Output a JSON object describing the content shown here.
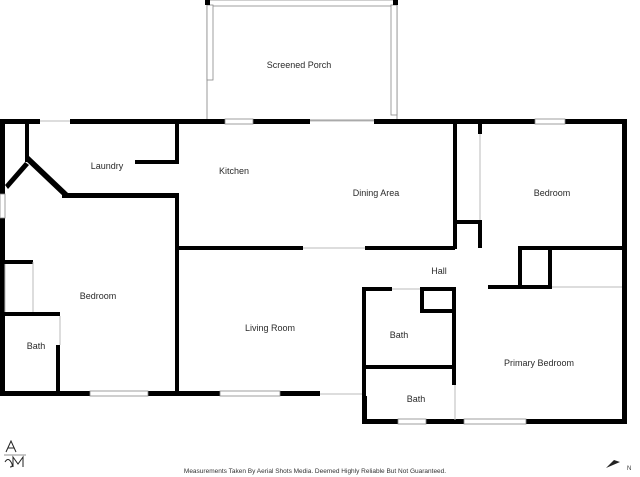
{
  "rooms": {
    "screened_porch": "Screened Porch",
    "laundry": "Laundry",
    "kitchen": "Kitchen",
    "dining_area": "Dining Area",
    "bedroom_right": "Bedroom",
    "hall": "Hall",
    "bedroom_left": "Bedroom",
    "bath_left": "Bath",
    "living_room": "Living Room",
    "bath_center_top": "Bath",
    "bath_center_bottom": "Bath",
    "primary_bedroom": "Primary Bedroom"
  },
  "footer": {
    "disclaimer": "Measurements Taken By Aerial Shots Media. Deemed Highly Reliable But Not Guaranteed."
  },
  "logo": {
    "text_top": "A",
    "text_bottom": "SM"
  },
  "compass": {
    "label": "N"
  },
  "colors": {
    "wall": "#000000",
    "background": "#ffffff",
    "window": "#888888"
  }
}
